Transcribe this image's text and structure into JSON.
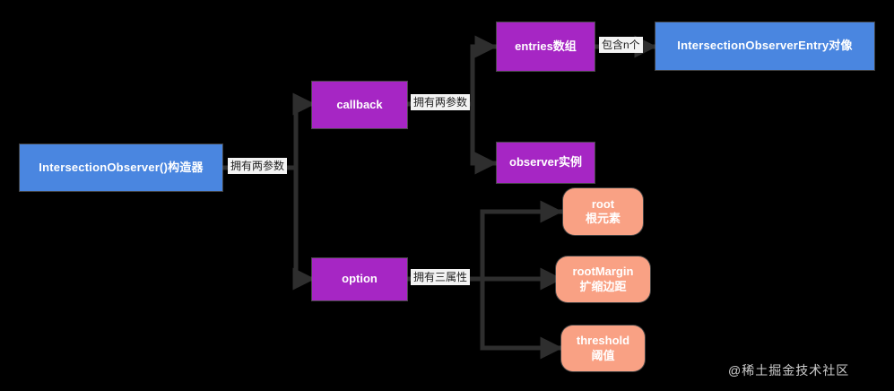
{
  "diagram": {
    "background_color": "#000000",
    "title_watermark": "@稀土掘金技术社区",
    "colors": {
      "blue": "#4a86e0",
      "purple": "#a626c4",
      "salmon": "#f9a184",
      "edge": "#333333",
      "edge_label_bg": "#f3f3f3",
      "edge_label_text": "#1d1d1d"
    },
    "nodes": {
      "constructor": {
        "label": "IntersectionObserver()构造器"
      },
      "callback": {
        "label": "callback"
      },
      "option": {
        "label": "option"
      },
      "entries": {
        "label": "entries数组"
      },
      "entry_object": {
        "label": "IntersectionObserverEntry对像"
      },
      "observer_instance": {
        "label": "observer实例"
      },
      "root": {
        "label": "root",
        "sub": "根元素"
      },
      "root_margin": {
        "label": "rootMargin",
        "sub": "扩缩边距"
      },
      "threshold": {
        "label": "threshold",
        "sub": "阈值"
      }
    },
    "edge_labels": {
      "constructor_two_params": "拥有两参数",
      "callback_two_params": "拥有两参数",
      "option_three_props": "拥有三属性",
      "entries_contains_n": "包含n个"
    }
  }
}
